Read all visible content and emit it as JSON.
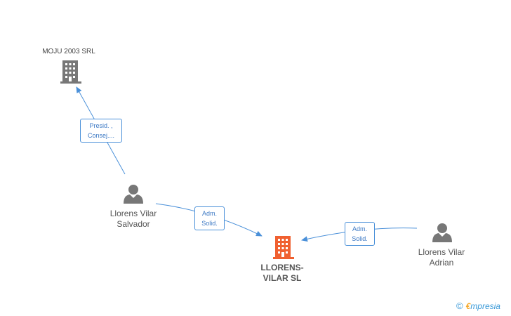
{
  "nodes": {
    "moju": {
      "label": "MOJU 2003 SRL",
      "type": "company",
      "color": "#777777"
    },
    "salvador": {
      "label_line1": "Llorens Vilar",
      "label_line2": "Salvador",
      "type": "person",
      "color": "#777777"
    },
    "llorens_vilar_sl": {
      "label_line1": "LLORENS-",
      "label_line2": "VILAR SL",
      "type": "company",
      "color": "#f06030"
    },
    "adrian": {
      "label_line1": "Llorens Vilar",
      "label_line2": "Adrian",
      "type": "person",
      "color": "#777777"
    }
  },
  "edges": {
    "presid": {
      "line1": "Presid. ,",
      "line2": "Consej...."
    },
    "adm_salvador": {
      "line1": "Adm.",
      "line2": "Solid."
    },
    "adm_adrian": {
      "line1": "Adm.",
      "line2": "Solid."
    }
  },
  "colors": {
    "edge": "#4a90d9",
    "edge_text": "#3b78c4"
  },
  "brand": {
    "copyright": "©",
    "e": "€",
    "rest": "mpresia"
  }
}
